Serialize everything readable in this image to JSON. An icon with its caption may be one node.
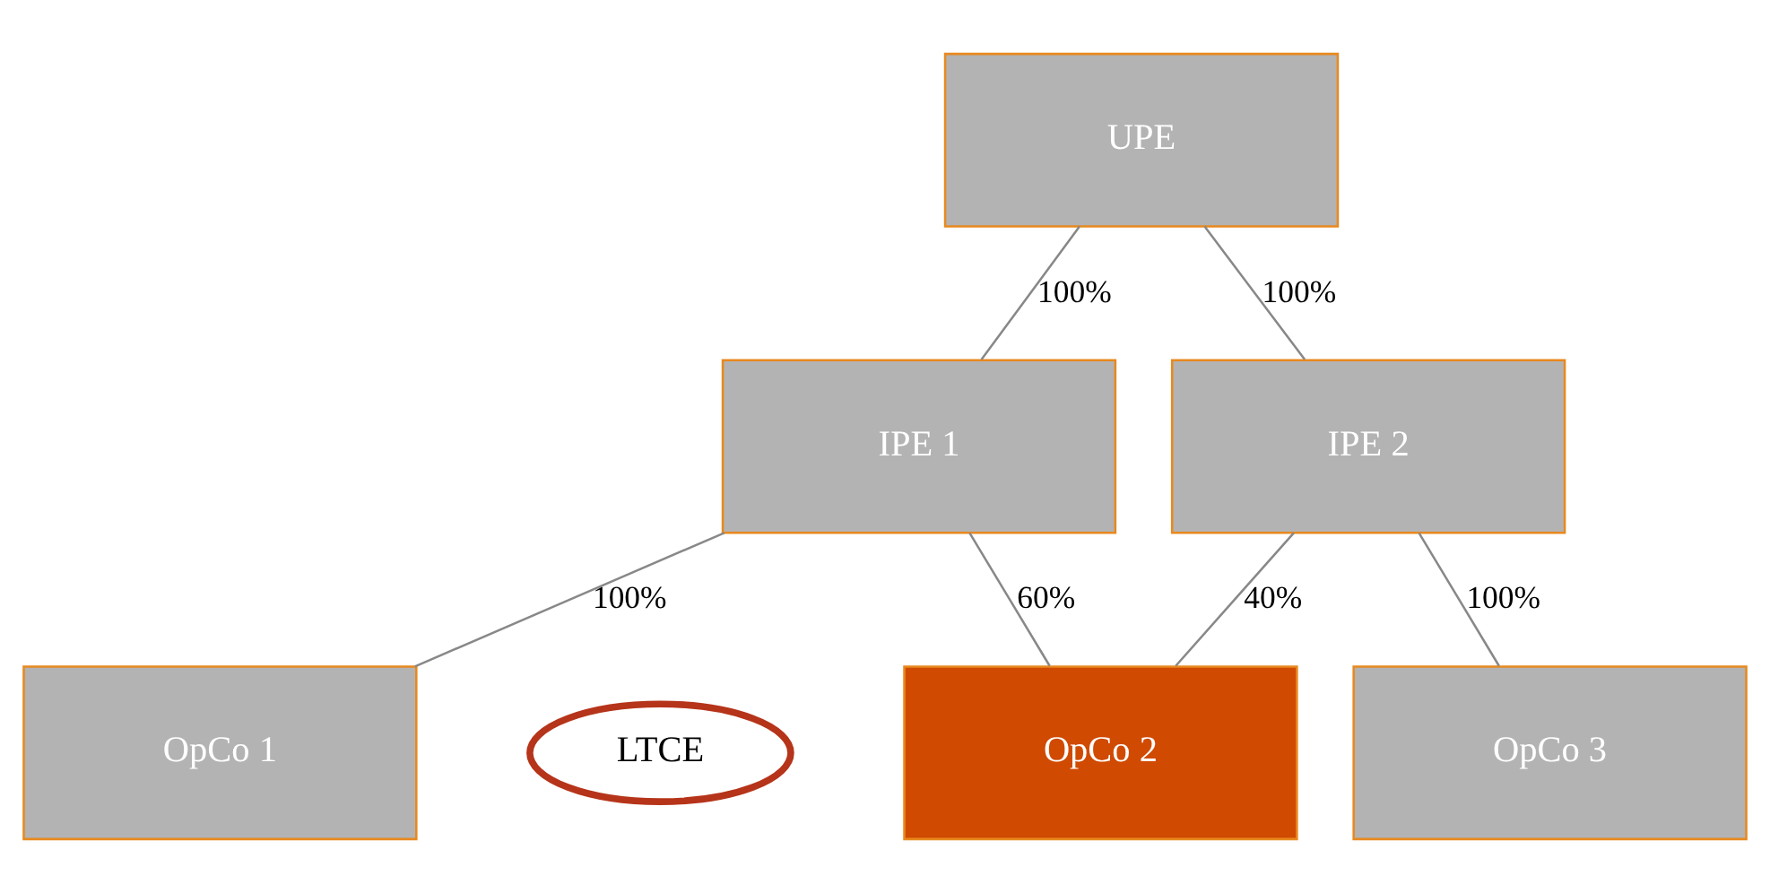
{
  "diagram": {
    "nodes": [
      {
        "text": [
          "UPE"
        ]
      },
      {
        "text": [
          "IPE 1"
        ]
      },
      {
        "text": [
          "IPE 2"
        ]
      },
      {
        "text": [
          "OpCo 1"
        ]
      },
      {
        "text": [
          "OpCo 2"
        ]
      },
      {
        "text": [
          "OpCo 3"
        ]
      },
      {
        "text": [
          "LTCE"
        ]
      }
    ],
    "edges": [
      {
        "from": 0,
        "to": 1,
        "arrow": "none",
        "label": "100%"
      },
      {
        "from": 0,
        "to": 2,
        "arrow": "none",
        "label": "100%"
      },
      {
        "from": 1,
        "to": 3,
        "arrow": "none",
        "label": "100%"
      },
      {
        "from": 1,
        "to": 4,
        "arrow": "none",
        "label": "60%"
      },
      {
        "from": 2,
        "to": 4,
        "arrow": "none",
        "label": "40%"
      },
      {
        "from": 2,
        "to": 5,
        "arrow": "none",
        "label": "100%"
      }
    ]
  }
}
